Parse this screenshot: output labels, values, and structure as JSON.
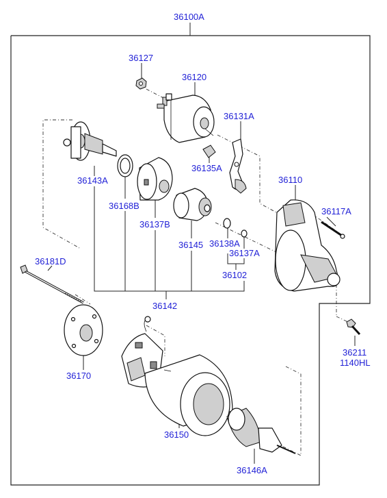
{
  "diagram": {
    "assembly_label": "36100A",
    "parts": {
      "p36127": "36127",
      "p36120": "36120",
      "p36131A": "36131A",
      "p36143A": "36143A",
      "p36135A": "36135A",
      "p36110": "36110",
      "p36168B": "36168B",
      "p36117A": "36117A",
      "p36137B": "36137B",
      "p36138A": "36138A",
      "p36145": "36145",
      "p36137A": "36137A",
      "p36181D": "36181D",
      "p36102": "36102",
      "p36142": "36142",
      "p36211": "36211",
      "p1140HL": "1140HL",
      "p36170": "36170",
      "p36150": "36150",
      "p36146A": "36146A"
    }
  }
}
